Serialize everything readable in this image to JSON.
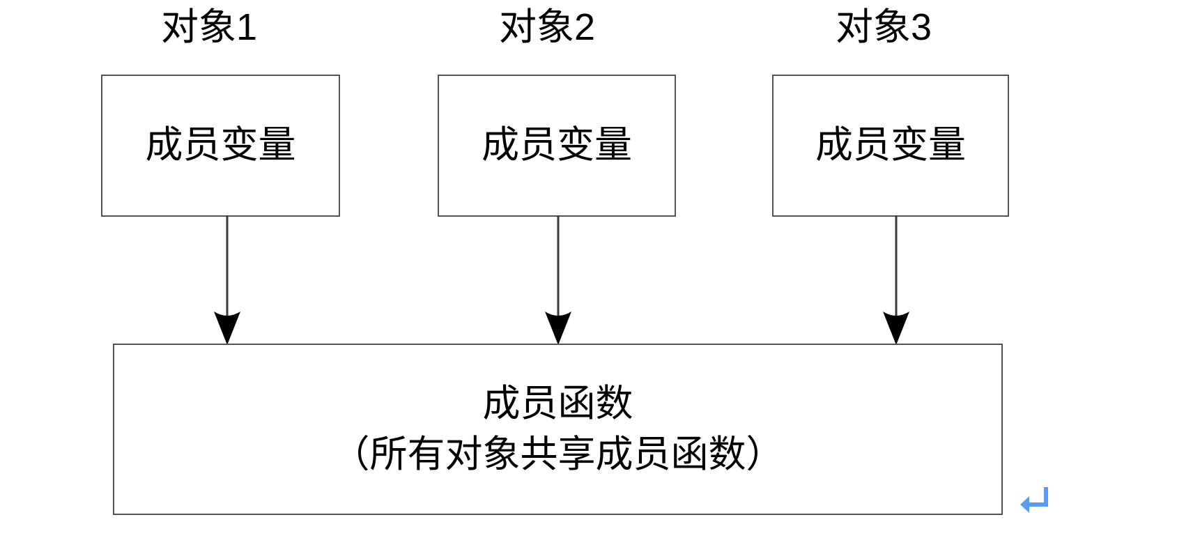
{
  "diagram": {
    "title_note": "",
    "background_color": "#ffffff",
    "border_color": "#555555",
    "text_color": "#000000",
    "accent_color": "#5b9bf8",
    "objects": [
      {
        "label": "对象1",
        "box_text": "成员变量"
      },
      {
        "label": "对象2",
        "box_text": "成员变量"
      },
      {
        "label": "对象3",
        "box_text": "成员变量"
      }
    ],
    "shared_box": {
      "line1": "成员函数",
      "line2": "（所有对象共享成员函数）"
    },
    "return_mark": {
      "icon": "return-arrow-icon",
      "color": "#5b9bf8"
    },
    "arrows": {
      "icon": "down-arrow-icon",
      "color": "#000000",
      "count": 3
    }
  }
}
